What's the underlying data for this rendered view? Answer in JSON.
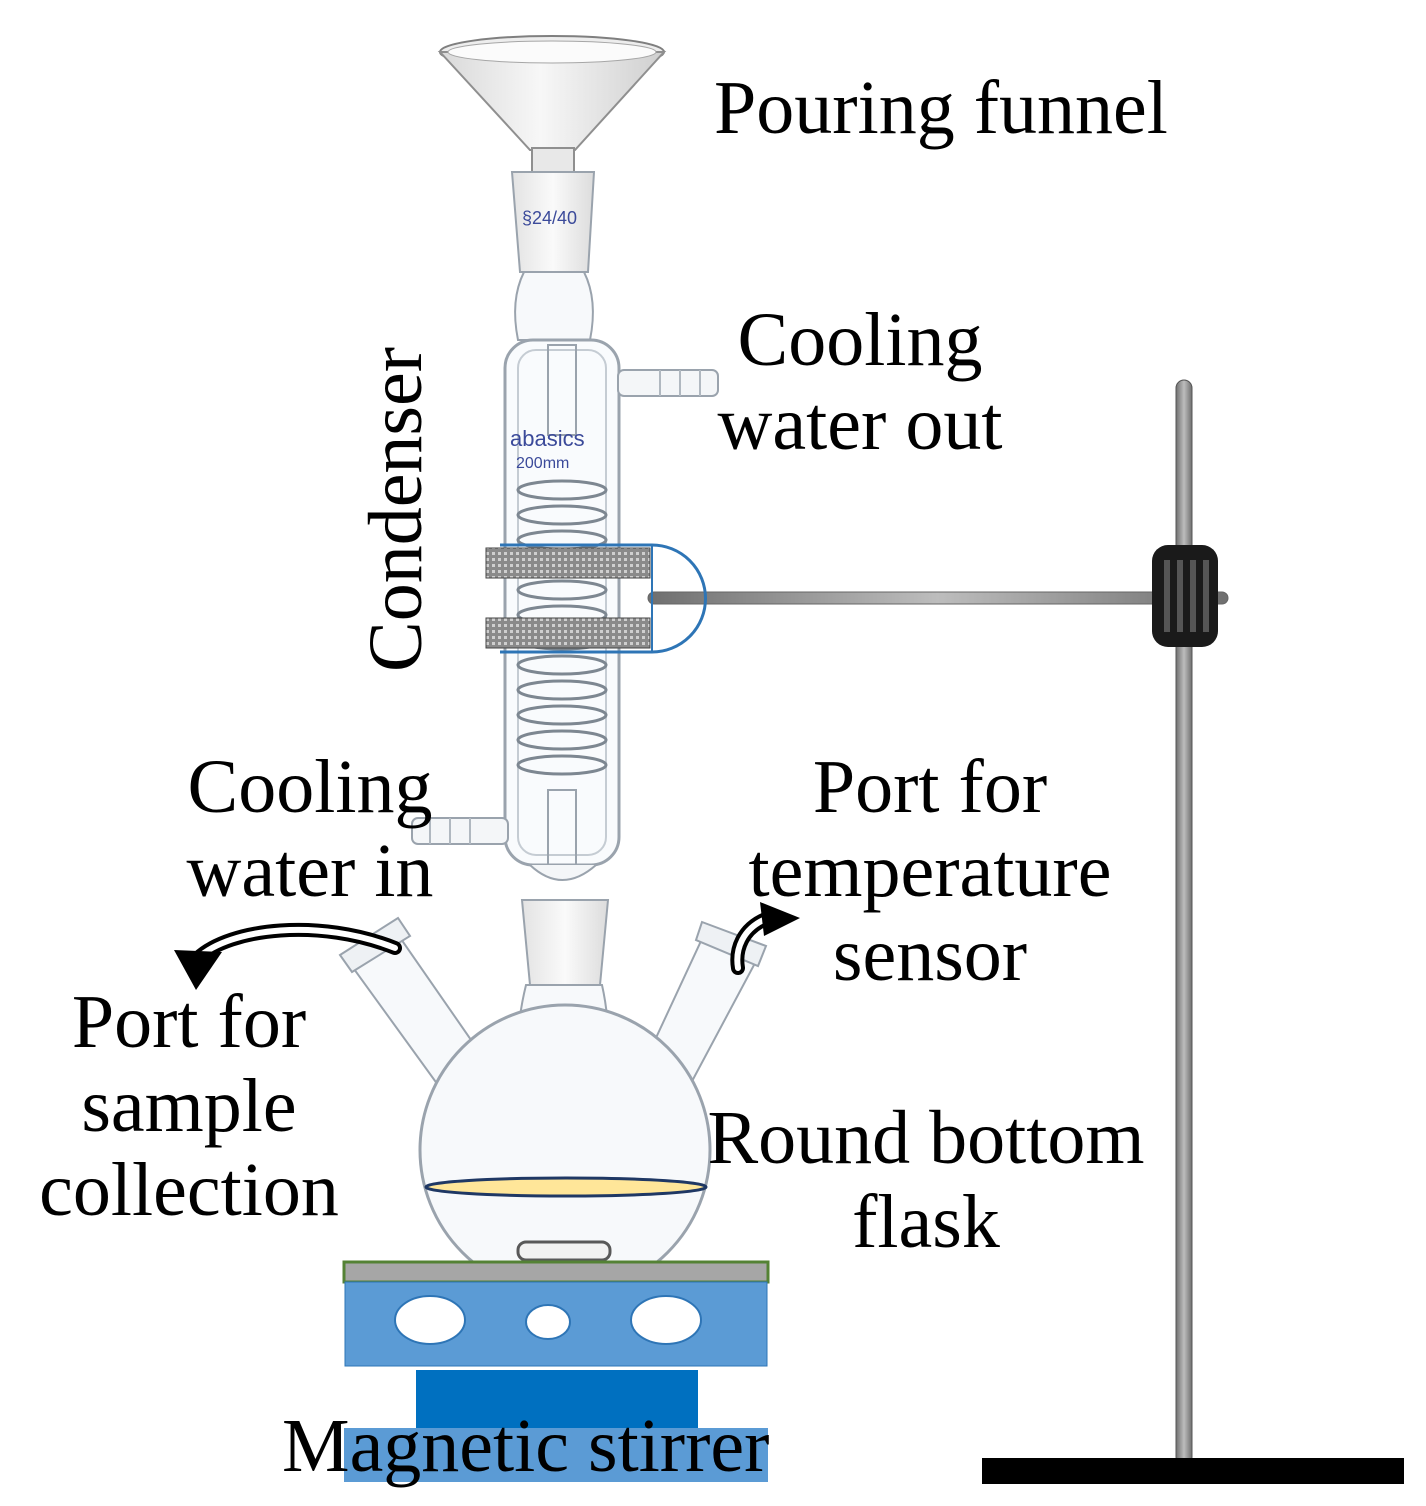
{
  "labels": {
    "funnel": "Pouring funnel",
    "water_out_line1": "Cooling",
    "water_out_line2": "water out",
    "condenser": "Condenser",
    "water_in_line1": "Cooling",
    "water_in_line2": "water in",
    "temp_port_line1": "Port for",
    "temp_port_line2": "temperature",
    "temp_port_line3": "sensor",
    "sample_port_line1": "Port for",
    "sample_port_line2": "sample",
    "sample_port_line3": "collection",
    "flask_line1": "Round bottom",
    "flask_line2": "flask",
    "stirrer": "Magnetic stirrer"
  },
  "glass_markings": {
    "joint": "§24/40",
    "brand": "abasics",
    "length": "200mm"
  },
  "colors": {
    "stirrer_plate": "#5b9bd5",
    "stirrer_base": "#0070c0",
    "stirrer_top": "#a6a6a6",
    "stirrer_top_border": "#548235",
    "clamp_outline": "#2e75b6",
    "clamp_pad": "#7f7f7f",
    "stand_rod": "#8c8c8c",
    "stand_base": "#000000",
    "liquid": "#ffe699",
    "liquid_outline": "#1f3864",
    "glass_outline": "#9aa3ad"
  },
  "icons": [
    "curved-arrow-left-icon",
    "curved-arrow-right-icon",
    "clamp-knob-icon"
  ]
}
